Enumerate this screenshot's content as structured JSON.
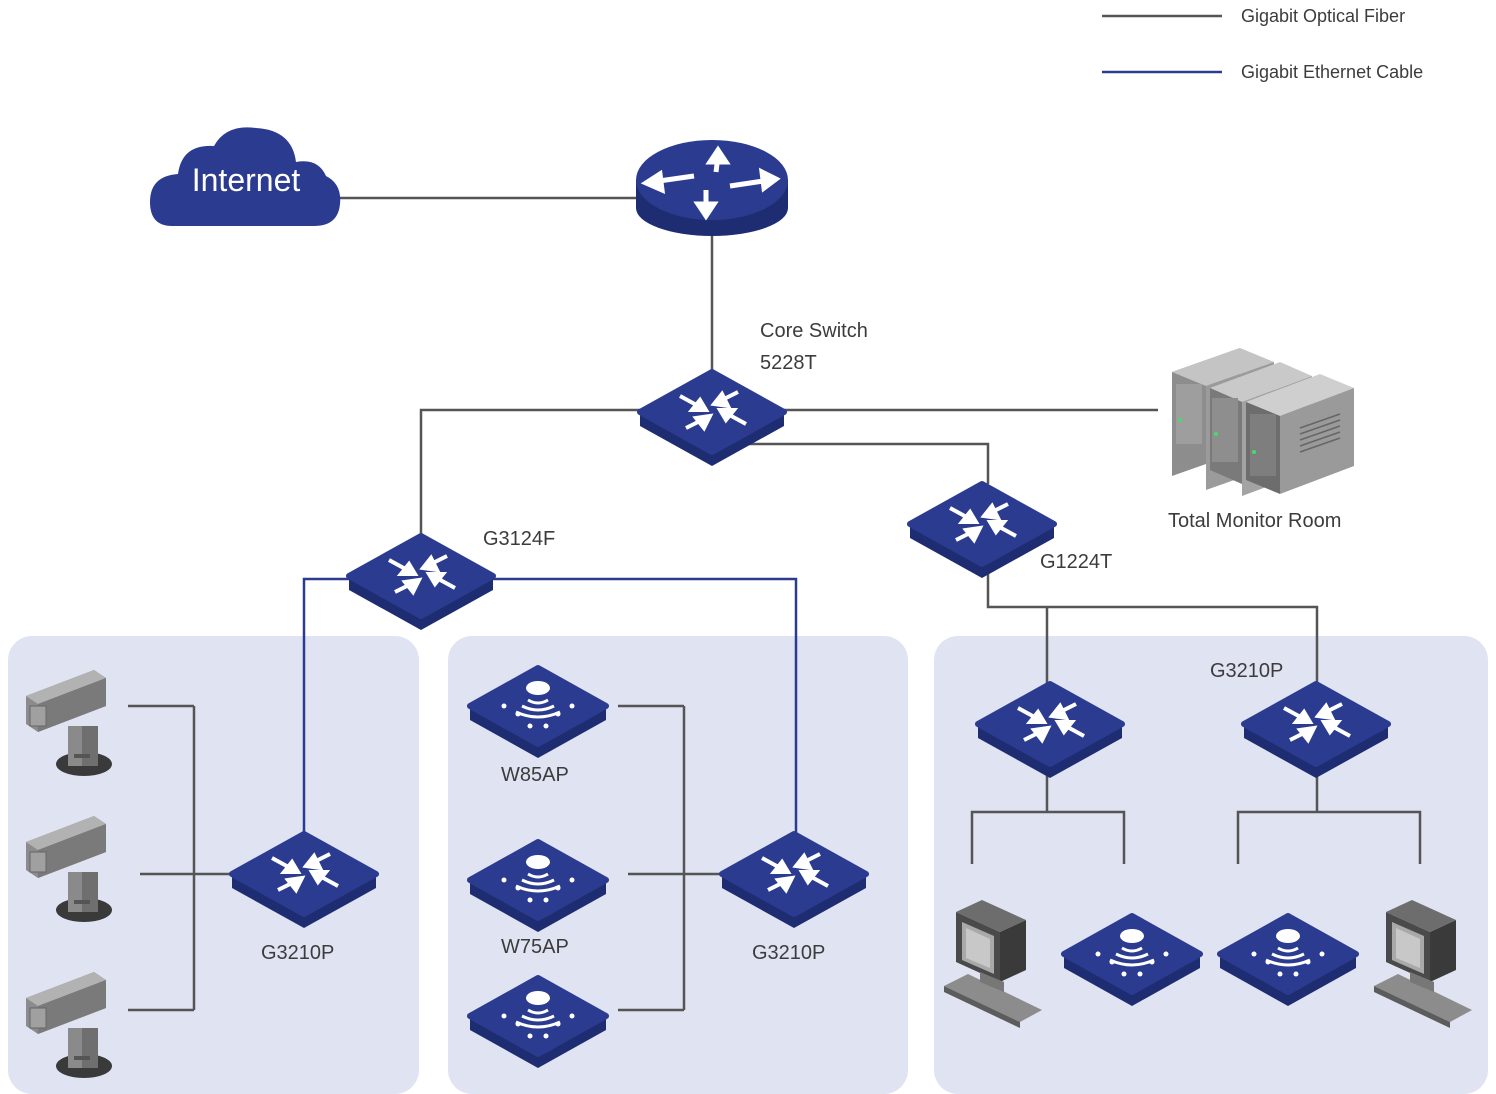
{
  "legend": {
    "fiber_label": "Gigabit Optical Fiber",
    "ethernet_label": "Gigabit Ethernet Cable",
    "fiber_color": "#555555",
    "ethernet_color": "#2b3c90"
  },
  "colors": {
    "device_blue": "#2b3c90",
    "device_dark": "#1e2c72",
    "zone_bg": "#dfe3f2"
  },
  "cloud": {
    "label": "Internet"
  },
  "core_switch": {
    "label_line1": "Core Switch",
    "label_line2": "5228T"
  },
  "switches": {
    "g3124f": "G3124F",
    "g1224t": "G1224T",
    "g3210p_left": "G3210P",
    "g3210p_mid": "G3210P",
    "g3210p_right": "G3210P"
  },
  "access_points": {
    "w85ap": "W85AP",
    "w75ap": "W75AP"
  },
  "server": {
    "label": "Total Monitor Room"
  }
}
